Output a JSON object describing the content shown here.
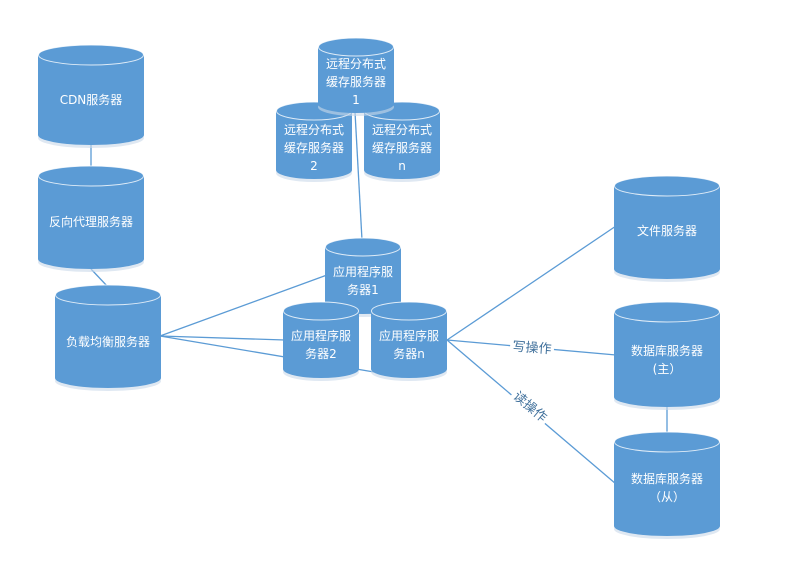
{
  "diagram": {
    "colors": {
      "node_fill": "#5b9bd5",
      "edge": "#5b9bd5",
      "edge_label": "#41719c",
      "node_text": "#ffffff"
    },
    "nodes": [
      {
        "id": "cdn",
        "lines": [
          "CDN服务器"
        ]
      },
      {
        "id": "reverse-proxy",
        "lines": [
          "反向代理服务器"
        ]
      },
      {
        "id": "load-balancer",
        "lines": [
          "负载均衡服务器"
        ]
      },
      {
        "id": "cache-1",
        "lines": [
          "远程分布式",
          "缓存服务器",
          "1"
        ]
      },
      {
        "id": "cache-2",
        "lines": [
          "远程分布式",
          "缓存服务器",
          "2"
        ]
      },
      {
        "id": "cache-n",
        "lines": [
          "远程分布式",
          "缓存服务器",
          "n"
        ]
      },
      {
        "id": "app-1",
        "lines": [
          "应用程序服",
          "务器1"
        ]
      },
      {
        "id": "app-2",
        "lines": [
          "应用程序服",
          "务器2"
        ]
      },
      {
        "id": "app-n",
        "lines": [
          "应用程序服",
          "务器n"
        ]
      },
      {
        "id": "file-server",
        "lines": [
          "文件服务器"
        ]
      },
      {
        "id": "db-master",
        "lines": [
          "数据库服务器",
          "(主）"
        ]
      },
      {
        "id": "db-slave",
        "lines": [
          "数据库服务器",
          "（从）"
        ]
      }
    ],
    "edges": [
      {
        "from": "cdn",
        "to": "reverse-proxy",
        "label": ""
      },
      {
        "from": "reverse-proxy",
        "to": "load-balancer",
        "label": ""
      },
      {
        "from": "load-balancer",
        "to": "app-1",
        "label": ""
      },
      {
        "from": "load-balancer",
        "to": "app-2",
        "label": ""
      },
      {
        "from": "load-balancer",
        "to": "app-n",
        "label": ""
      },
      {
        "from": "cache-1",
        "to": "app-1",
        "label": ""
      },
      {
        "from": "app-n",
        "to": "file-server",
        "label": ""
      },
      {
        "from": "app-n",
        "to": "db-master",
        "label": "写操作"
      },
      {
        "from": "app-n",
        "to": "db-slave",
        "label": "读操作"
      },
      {
        "from": "db-master",
        "to": "db-slave",
        "label": ""
      }
    ]
  }
}
